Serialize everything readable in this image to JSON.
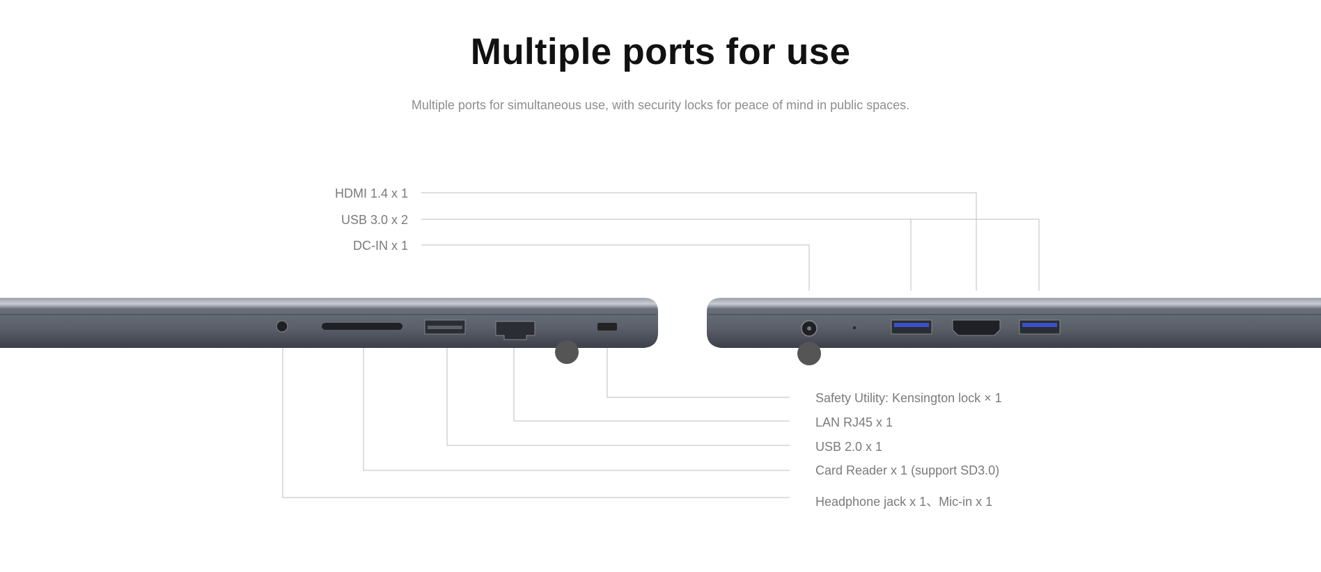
{
  "header": {
    "title": "Multiple ports for use",
    "subtitle": "Multiple ports for simultaneous use, with security locks for peace of mind in public spaces."
  },
  "right_side_ports": [
    {
      "label": "HDMI 1.4 x 1"
    },
    {
      "label": "USB 3.0 x 2"
    },
    {
      "label": "DC-IN x 1"
    }
  ],
  "left_side_ports": [
    {
      "label": "Safety Utility: Kensington lock × 1"
    },
    {
      "label": "LAN RJ45 x 1"
    },
    {
      "label": "USB 2.0 x 1"
    },
    {
      "label": "Card Reader x 1 (support SD3.0)"
    },
    {
      "label": "Headphone jack x 1、Mic-in x 1"
    }
  ],
  "colors": {
    "laptop_body": "#5a5f6a",
    "usb3_accent": "#3a52c8",
    "leader_line": "#bdbdbd"
  }
}
